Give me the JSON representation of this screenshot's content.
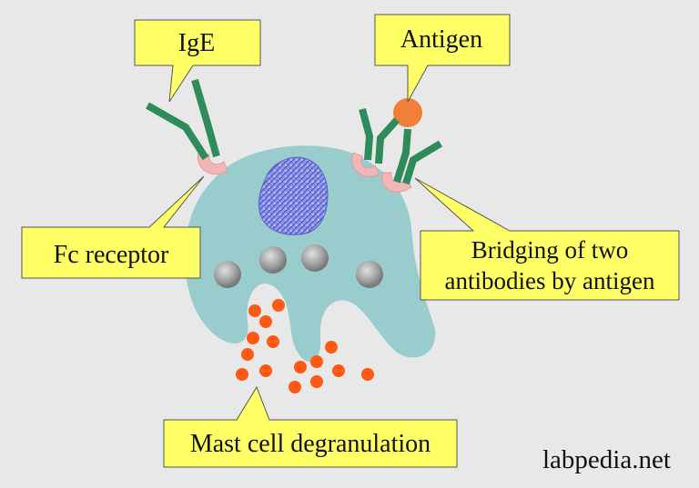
{
  "labels": {
    "ige": "IgE",
    "antigen": "Antigen",
    "fc_receptor": "Fc receptor",
    "bridging_line1": "Bridging of two",
    "bridging_line2": "antibodies by antigen",
    "degranulation": "Mast cell degranulation"
  },
  "watermark": "labpedia.net",
  "colors": {
    "background": "#e8e8e8",
    "callout_fill": "#ffff66",
    "callout_stroke": "#555555",
    "cell": "#99cccc",
    "nucleus": "#6a6fd6",
    "antibody": "#2e8b5a",
    "receptor": "#f2b6b6",
    "antigen": "#f07f3a",
    "granule_released": "#ff5a14",
    "granule_internal": "#9a9a9a"
  }
}
